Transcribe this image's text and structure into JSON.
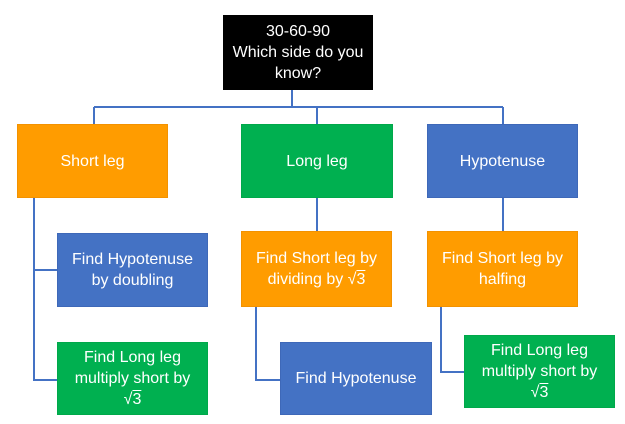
{
  "root": {
    "line1": "30-60-90",
    "line2": "Which side do you",
    "line3": "know?"
  },
  "branches": [
    {
      "label": "Short leg",
      "steps": [
        {
          "lines": [
            "Find Hypotenuse",
            "by doubling"
          ]
        },
        {
          "lines": [
            "Find Long leg",
            "multiply short by"
          ],
          "sqrt": "3"
        }
      ]
    },
    {
      "label": "Long leg",
      "steps": [
        {
          "lines": [
            "Find Short leg by"
          ],
          "tail": "dividing by ",
          "sqrt": "3"
        },
        {
          "lines": [
            "Find Hypotenuse"
          ]
        }
      ]
    },
    {
      "label": "Hypotenuse",
      "steps": [
        {
          "lines": [
            "Find Short leg by",
            "halfing"
          ]
        },
        {
          "lines": [
            "Find Long leg",
            "multiply short by"
          ],
          "sqrt": "3"
        }
      ]
    }
  ],
  "sqrt_symbol": "√",
  "colors": {
    "root": "#000000",
    "orange": "#ff9c00",
    "green": "#00b050",
    "blue": "#4472c4",
    "connector": "#4472c4"
  }
}
